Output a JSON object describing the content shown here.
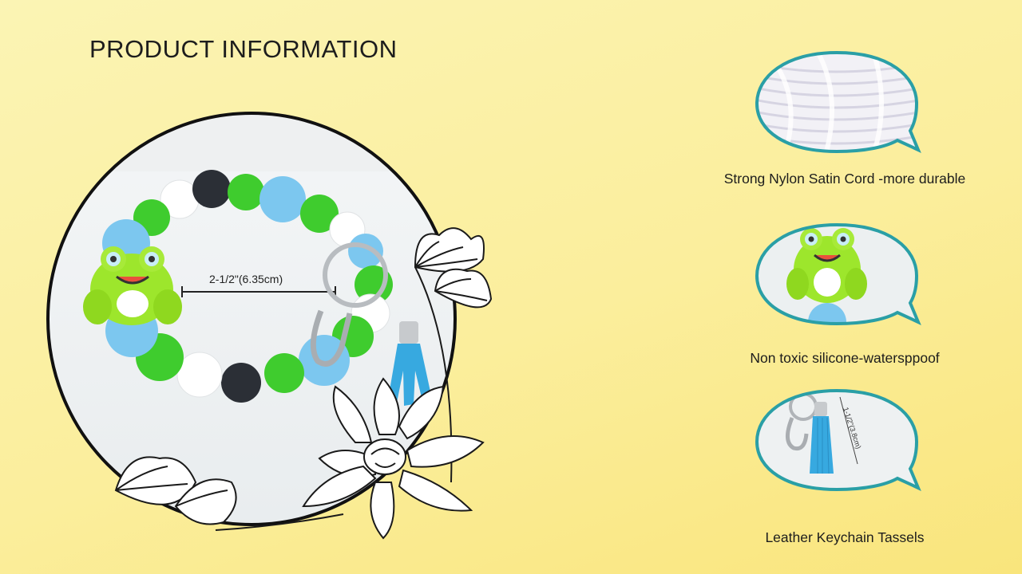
{
  "page": {
    "title": "PRODUCT INFORMATION"
  },
  "hero": {
    "measurement": "2-1/2\"(6.35cm)"
  },
  "features": [
    {
      "caption": "Strong Nylon Satin Cord -more durable",
      "icon": "satin-cord-spool"
    },
    {
      "caption": "Non toxic silicone-waterspроof",
      "icon": "frog-silicone-bead"
    },
    {
      "caption": "Leather Keychain Tassels",
      "icon": "keychain-tassel",
      "measurement": "1-1/2\"(3.8cm)"
    }
  ],
  "colors": {
    "background": "#fbee9c",
    "bubble_border": "#2a9fa6",
    "bead_green": "#3fcc2e",
    "bead_blue": "#7cc7ef",
    "bead_white": "#ffffff",
    "bead_dark": "#2b2f36",
    "tassel": "#37a9e0"
  }
}
